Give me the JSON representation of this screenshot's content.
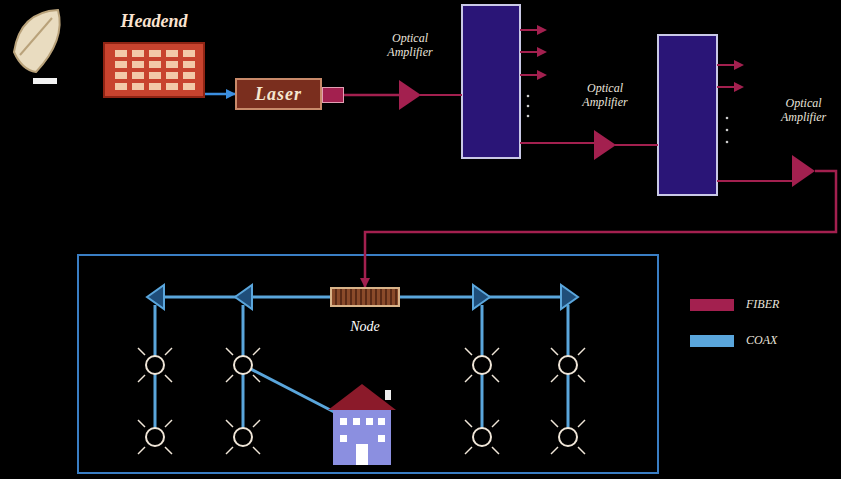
{
  "diagram": {
    "nodes": [
      {
        "text": [
          "Headend"
        ]
      },
      {
        "text": [
          "Laser"
        ]
      },
      {
        "text": [
          "Optical Amplifier"
        ]
      },
      {
        "text": [
          "Optical Amplifier"
        ]
      },
      {
        "text": [
          "Optical Amplifier"
        ]
      },
      {
        "text": [
          "Node"
        ]
      }
    ],
    "edges": [
      {
        "from": 0,
        "to": 1,
        "arrow": "to"
      },
      {
        "from": 1,
        "to": 2,
        "arrow": "none"
      },
      {
        "from": 4,
        "to": 5,
        "arrow": "to"
      }
    ],
    "legend": [
      {
        "text": "FIBER",
        "color": "#a3204f"
      },
      {
        "text": "COAX",
        "color": "#5aa6dc"
      }
    ]
  }
}
